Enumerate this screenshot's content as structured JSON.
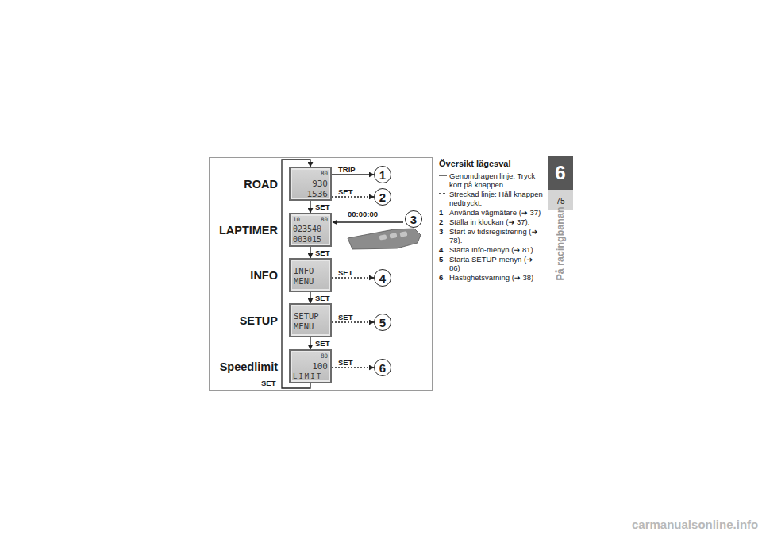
{
  "diagram": {
    "title": "Översikt lägesval",
    "nodes": [
      {
        "text": [
          "ROAD",
          "80",
          "930",
          "1536"
        ]
      },
      {
        "text": [
          "1"
        ]
      },
      {
        "text": [
          "2"
        ]
      },
      {
        "text": [
          "LAPTIMER",
          "10",
          "80",
          "023540",
          "003015"
        ]
      },
      {
        "text": [
          "3"
        ]
      },
      {
        "text": [
          "INFO",
          "INFO MENU"
        ]
      },
      {
        "text": [
          "4"
        ]
      },
      {
        "text": [
          "SETUP",
          "SETUP MENU"
        ]
      },
      {
        "text": [
          "5"
        ]
      },
      {
        "text": [
          "Speedlimit",
          "80",
          "100",
          "LIMIT"
        ]
      },
      {
        "text": [
          "6"
        ]
      }
    ],
    "edges": [
      {
        "from": 0,
        "to": 1,
        "label": "TRIP",
        "arrow": "to"
      },
      {
        "from": 0,
        "to": 2,
        "label": "SET",
        "arrow": "to"
      },
      {
        "from": 0,
        "to": 3,
        "label": "SET",
        "arrow": "to"
      },
      {
        "from": 4,
        "to": 3,
        "label": "00:00:00",
        "arrow": "to"
      },
      {
        "from": 3,
        "to": 5,
        "label": "SET",
        "arrow": "to"
      },
      {
        "from": 5,
        "to": 6,
        "label": "SET",
        "arrow": "to"
      },
      {
        "from": 5,
        "to": 7,
        "label": "SET",
        "arrow": "to"
      },
      {
        "from": 7,
        "to": 8,
        "label": "SET",
        "arrow": "to"
      },
      {
        "from": 7,
        "to": 9,
        "label": "SET",
        "arrow": "to"
      },
      {
        "from": 9,
        "to": 10,
        "label": "SET",
        "arrow": "to"
      },
      {
        "from": 9,
        "to": 0,
        "label": "SET",
        "arrow": "to"
      }
    ],
    "labels": [
      "6",
      "75",
      "På racingbanan",
      "1",
      "Använda vägmätare (➜ 37)",
      "2",
      "Ställa in klockan (➜ 37).",
      "3",
      "Start av tidsregistrering (➜ 78).",
      "4",
      "Starta Info-menyn (➜ 81)",
      "5",
      "Starta SETUP-menyn (➜ 86)",
      "6",
      "Hastighetsvarning (➜ 38)",
      "carmanualsonline.info"
    ],
    "legend": [
      {
        "text": "Genomdragen linje: Tryck kort på knappen."
      },
      {
        "text": "Streckad linje: Håll knappen nedtryckt."
      }
    ]
  }
}
